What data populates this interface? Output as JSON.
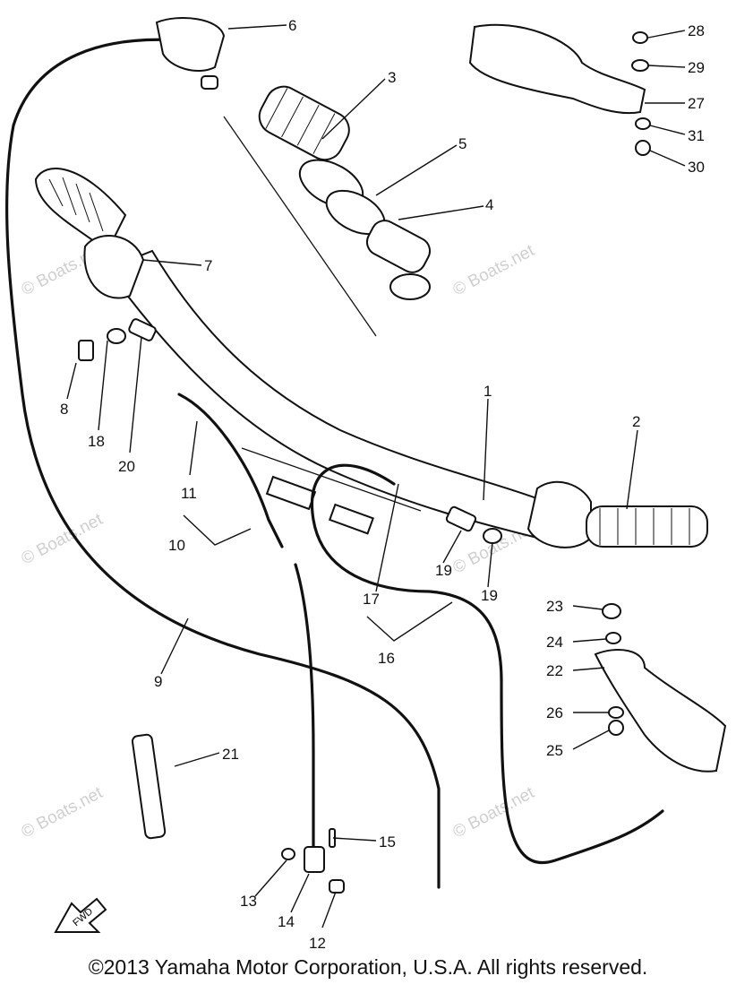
{
  "diagram": {
    "callouts": [
      "1",
      "2",
      "3",
      "4",
      "5",
      "6",
      "7",
      "8",
      "9",
      "10",
      "11",
      "12",
      "13",
      "14",
      "15",
      "16",
      "17",
      "18",
      "19",
      "19",
      "20",
      "21",
      "22",
      "23",
      "24",
      "25",
      "26",
      "27",
      "28",
      "29",
      "30",
      "31"
    ],
    "direction_label": "FWD",
    "watermark": "© Boats.net"
  },
  "footer": {
    "copyright": "©2013 Yamaha Motor Corporation, U.S.A. All rights reserved."
  }
}
